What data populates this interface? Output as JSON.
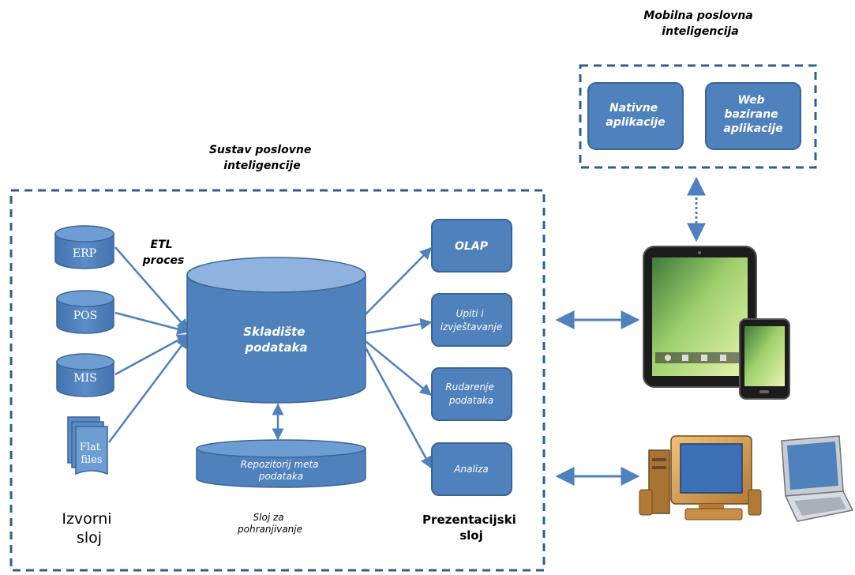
{
  "mobile_bi": {
    "title_line1": "Mobilna poslovna",
    "title_line2": "inteligencija",
    "native_apps": [
      "Nativne",
      "aplikacije"
    ],
    "web_apps": [
      "Web",
      "bazirane",
      "aplikacije"
    ]
  },
  "bi_system": {
    "title_line1": "Sustav poslovne",
    "title_line2": "inteligencije",
    "etl": [
      "ETL",
      "proces"
    ],
    "sources": [
      "ERP",
      "POS",
      "MIS"
    ],
    "flat_files": [
      "Flat",
      "files"
    ],
    "warehouse": [
      "Skladište",
      "podataka"
    ],
    "metadata_repo": [
      "Repozitorij meta",
      "podataka"
    ],
    "source_layer": [
      "Izvorni",
      "sloj"
    ],
    "storage_layer": [
      "Sloj za",
      "pohranjivanje"
    ],
    "presentation_layer": [
      "Prezentacijski",
      "sloj"
    ],
    "outputs": [
      [
        "OLAP"
      ],
      [
        "Upiti i",
        "izvještavanje"
      ],
      [
        "Rudarenje",
        "podataka"
      ],
      [
        "Analiza"
      ]
    ]
  },
  "colors": {
    "box_fill": "#4f81bd",
    "box_stroke": "#3a6596",
    "dashed_border": "#2f5f8f",
    "arrow": "#4f81bd",
    "text_light": "#ffffff",
    "text_dark": "#000000"
  },
  "icons": [
    "tablet-icon",
    "smartphone-icon",
    "desktop-computer-icon",
    "laptop-icon"
  ]
}
